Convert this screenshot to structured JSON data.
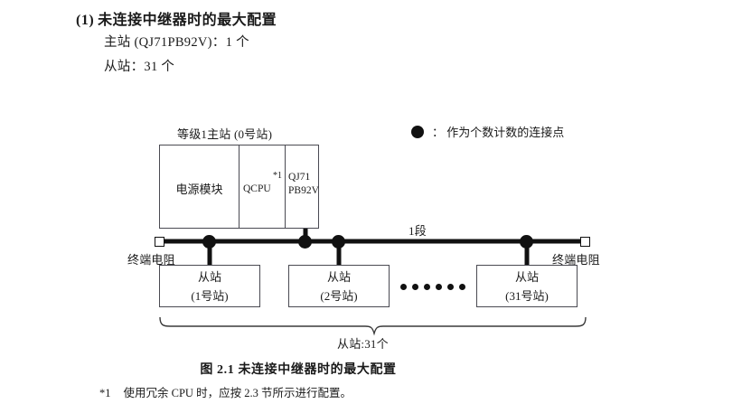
{
  "heading": {
    "number": "(1)",
    "title": "未连接中继器时的最大配置"
  },
  "specs": [
    "主站 (QJ71PB92V)：1 个",
    "从站：31 个"
  ],
  "legend": {
    "symbol": "filled-circle",
    "text": "： 作为个数计数的连接点"
  },
  "diagram": {
    "master": {
      "header_label": "等级1主站 (0号站)",
      "cells": [
        {
          "name": "power-module",
          "label": "电源模块"
        },
        {
          "name": "cpu-module",
          "label": "QCPU",
          "note": "*1"
        },
        {
          "name": "network-module",
          "label_line1": "QJ71",
          "label_line2": "PB92V"
        }
      ]
    },
    "bus": {
      "segment_label": "1段",
      "terminator_left_label": "终端电阻",
      "terminator_right_label": "终端电阻",
      "node_count": 4
    },
    "slaves": [
      {
        "title": "从站",
        "station": "(1号站)"
      },
      {
        "title": "从站",
        "station": "(2号站)"
      },
      {
        "title": "从站",
        "station": "(31号站)"
      }
    ],
    "ellipsis_dot_count": 6,
    "brace_label": "从站:31个"
  },
  "caption": "图 2.1  未连接中继器时的最大配置",
  "footnote": {
    "mark": "*1",
    "text": "使用冗余 CPU 时，应按 2.3 节所示进行配置。"
  }
}
